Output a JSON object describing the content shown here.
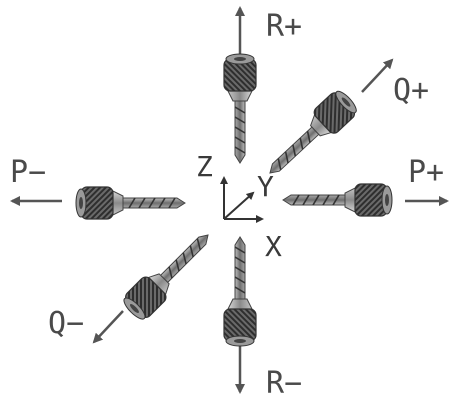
{
  "directions": {
    "r_plus": "R+",
    "r_minus": "R−",
    "p_plus": "P+",
    "p_minus": "P−",
    "q_plus": "Q+",
    "q_minus": "Q−"
  },
  "axes": {
    "x": "X",
    "y": "Y",
    "z": "Z"
  },
  "colors": {
    "arrow": "#555555",
    "text": "#4a4a4a",
    "drill_dark": "#3a3a3a",
    "drill_light": "#9a9a9a"
  }
}
